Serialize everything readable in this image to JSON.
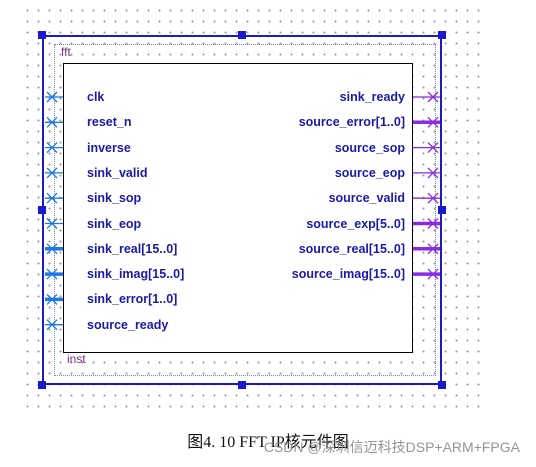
{
  "diagram": {
    "instance_label": "fft",
    "instance_name": "inst",
    "left_ports": [
      {
        "label": "clk",
        "bus": false
      },
      {
        "label": "reset_n",
        "bus": false
      },
      {
        "label": "inverse",
        "bus": false
      },
      {
        "label": "sink_valid",
        "bus": false
      },
      {
        "label": "sink_sop",
        "bus": false
      },
      {
        "label": "sink_eop",
        "bus": false
      },
      {
        "label": "sink_real[15..0]",
        "bus": true
      },
      {
        "label": "sink_imag[15..0]",
        "bus": true
      },
      {
        "label": "sink_error[1..0]",
        "bus": true
      },
      {
        "label": "source_ready",
        "bus": false
      }
    ],
    "right_ports": [
      {
        "label": "sink_ready",
        "bus": false
      },
      {
        "label": "source_error[1..0]",
        "bus": true
      },
      {
        "label": "source_sop",
        "bus": false
      },
      {
        "label": "source_eop",
        "bus": false
      },
      {
        "label": "source_valid",
        "bus": false
      },
      {
        "label": "source_exp[5..0]",
        "bus": true
      },
      {
        "label": "source_real[15..0]",
        "bus": true
      },
      {
        "label": "source_imag[15..0]",
        "bus": true
      }
    ],
    "colors": {
      "frame": "#1a1acc",
      "left_pin": "#1e78e6",
      "right_pin": "#8a2be2",
      "label": "#1a1aa8",
      "tag": "#7a2f8a"
    }
  },
  "caption": {
    "figure": "图4. 10",
    "text": "FFT IP核元件图"
  },
  "watermark": "CSDN @深圳信迈科技DSP+ARM+FPGA"
}
